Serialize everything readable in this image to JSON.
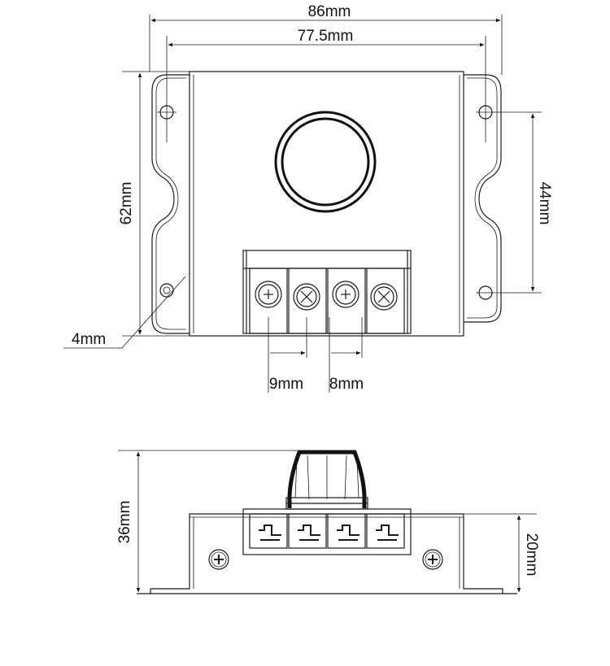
{
  "top_view": {
    "overall_width": "86mm",
    "hole_spacing_width": "77.5mm",
    "height": "62mm",
    "hole_spacing_height": "44mm",
    "hole_diameter": "4mm",
    "terminal_pitch_a": "9mm",
    "terminal_pitch_b": "8mm"
  },
  "side_view": {
    "total_height": "36mm",
    "body_height": "20mm"
  },
  "colors": {
    "line": "#1a1a1a",
    "background": "#ffffff"
  }
}
